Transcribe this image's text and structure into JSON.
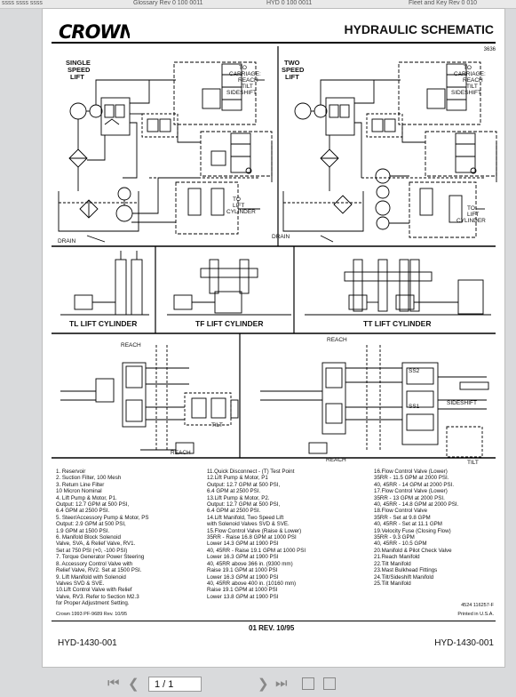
{
  "top_strip": [
    "ssss ssss ssss",
    "Glossary Rev 0 100 0011",
    "HYD 0 100 0011",
    "Fleet and Key Rev 0 010"
  ],
  "header": {
    "logo": "CROWN",
    "title": "HYDRAULIC SCHEMATIC",
    "sheet": "3636"
  },
  "diagrams": {
    "single": {
      "title": [
        "SINGLE",
        "SPEED",
        "LIFT"
      ],
      "to_carriage": [
        "TO",
        "CARRIAGE:",
        "REACH",
        "TILT",
        "SIDESHIFT"
      ],
      "to_lift": [
        "TO",
        "LIFT",
        "CYLINDER"
      ],
      "drain": "DRAIN"
    },
    "two": {
      "title": [
        "TWO",
        "SPEED",
        "LIFT"
      ],
      "to_carriage": [
        "TO",
        "CARRIAGE:",
        "REACH",
        "TILT",
        "SIDESHIFT"
      ],
      "to_lift": [
        "TO",
        "LIFT",
        "CYLINDER"
      ],
      "drain": "DRAIN"
    },
    "cylinders": [
      "TL LIFT CYLINDER",
      "TF LIFT CYLINDER",
      "TT LIFT CYLINDER"
    ],
    "lower_left": {
      "reach_top": "REACH",
      "reach_bottom": "REACH",
      "tilt": "TILT"
    },
    "lower_right": {
      "reach_top": "REACH",
      "reach_bottom": "REACH",
      "sideshift": "SIDESHIFT",
      "tilt": "TILT",
      "ss1": "SS1",
      "ss2": "SS2"
    }
  },
  "legend_col1": [
    "1.  Reservoir",
    "2.  Suction Filter, 100 Mesh",
    "3.  Return Line Filter",
    "     10 Micron Nominal",
    "4.  Lift Pump & Motor, P1.",
    "     Output: 12.7 GPM at 500 PSI,",
    "                 6.4 GPM at 2500 PSI.",
    "5.  Steer/Accessory Pump & Motor, PS",
    "     Output: 2.9 GPM at 500 PSI,",
    "                 1.9 GPM at 1500 PSI.",
    "6.  Manifold Block Solenoid",
    "     Valve, SVA, & Relief Valve, RV1.",
    "     Set at 750 PSI (+0, -100 PSI)",
    "7.  Torque Generator Power Steering",
    "8.  Accessory Control Valve with",
    "     Relief Valve, RV2. Set at 1500 PSI.",
    "9.  Lift Manifold with Solenoid",
    "     Valves SVD & SVE.",
    "10.Lift Control Valve with Relief",
    "     Valve, RV3. Refer to Section M2.3",
    "     for Proper Adjustment Setting."
  ],
  "legend_col2": [
    "11.Quick Disconnect - (T) Test Point",
    "12.Lift Pump & Motor, P1",
    "     Output: 12.7 GPM at 500 PSI,",
    "                 6.4 GPM at 2500 PSI.",
    "13.Lift Pump & Motor, P2.",
    "     Output: 12.7 GPM at 500 PSI,",
    "                 6.4 GPM at 2500 PSI.",
    "14.Lift Manifold, Two Speed Lift",
    "     with Solenoid Valves SVD & SVE.",
    "15.Flow Control Valve (Raise & Lower)",
    "     35RR - Raise 16.8 GPM at 1000 PSI",
    "                Lower 14.3 GPM at 1900 PSI",
    "     40, 45RR - Raise 19.1 GPM at 1000 PSI",
    "                Lower 16.3 GPM at 1900 PSI",
    "     40, 45RR above 366 in. (9300 mm)",
    "                Raise 19.1 GPM at 1000 PSI",
    "                Lower 16.3 GPM at 1900 PSI",
    "     40, 45RR above 400 in. (10160 mm)",
    "                Raise 19.1 GPM at 1000 PSI",
    "                Lower 13.8 GPM at 1900 PSI"
  ],
  "legend_col3": [
    "16.Flow Control Valve (Lower)",
    "     35RR - 11.5 GPM at 2000 PSI.",
    "     40, 45RR - 14 GPM at 2000 PSI.",
    "17.Flow Control Valve (Lower)",
    "     35RR - 13 GPM at 2000 PSI.",
    "     40, 45RR - 14.8 GPM at 2000 PSI.",
    "18.Flow Control Valve",
    "     35RR - Set at 9.8 GPM",
    "     40, 45RR - Set at 11.1 GPM",
    "19.Velocity Fuse (Closing Flow)",
    "     35RR - 9.3 GPM",
    "     40, 45RR - 10.5 GPM",
    "20.Manifold & Pilot Check Valve",
    "21.Reach Manifold",
    "22.Tilt Manifold",
    "23.Mast Bulkhead Fittings",
    "24.Tilt/Sideshift Manifold",
    "25.Tilt Manifold"
  ],
  "footer": {
    "copyright": "Crown 1993 PF-9689 Rev. 10/95",
    "printed": "Printed in U.S.A.",
    "code_small": "4524   116257-F",
    "rev": "01 REV. 10/95",
    "doc_left": "HYD-1430-001",
    "doc_right": "HYD-1430-001"
  },
  "viewer": {
    "page_field": "1 / 1"
  }
}
